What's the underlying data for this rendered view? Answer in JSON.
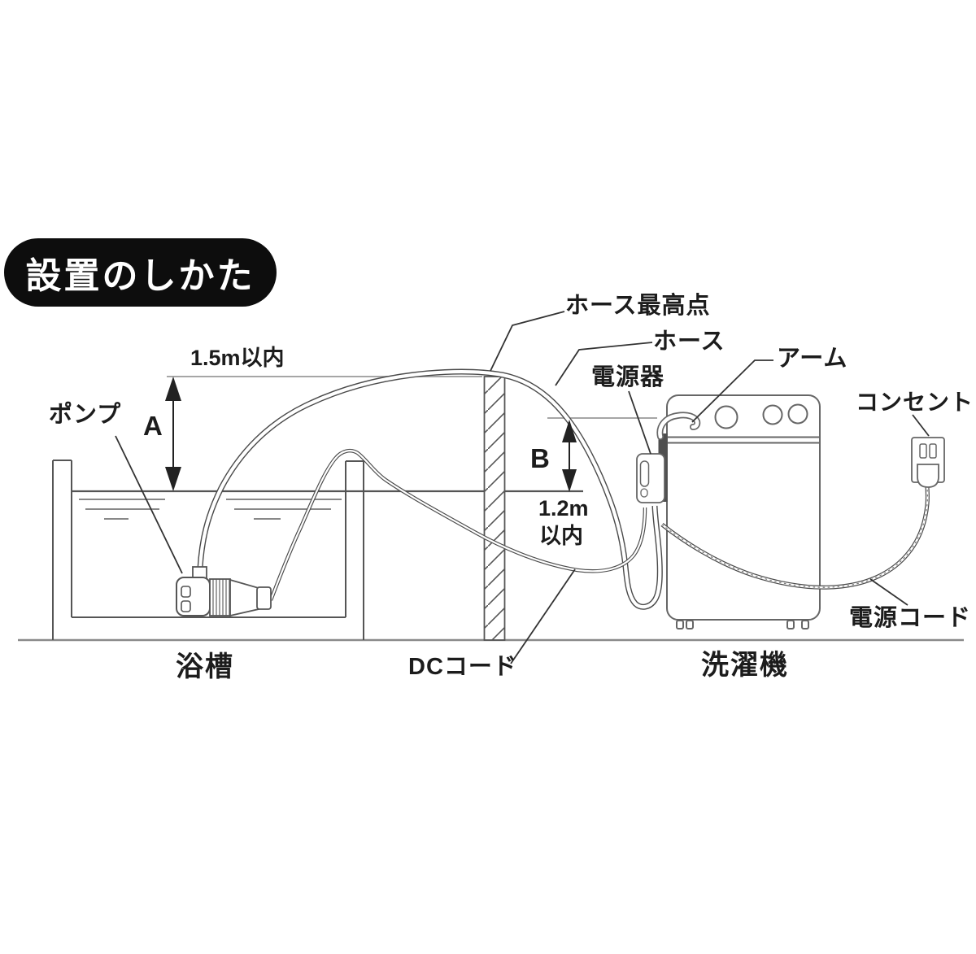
{
  "title": {
    "text": "設置のしかた"
  },
  "diagram": {
    "labels": {
      "hose_peak": "ホース最高点",
      "hose": "ホース",
      "power_unit": "電源器",
      "arm": "アーム",
      "outlet": "コンセント",
      "power_cord": "電源コード",
      "dc_cord": "DCコード",
      "pump": "ポンプ",
      "bathtub": "浴槽",
      "washing_machine": "洗濯機"
    },
    "measurements": {
      "a_letter": "A",
      "a_limit": "1.5m以内",
      "b_letter": "B",
      "b_limit_line1": "1.2m",
      "b_limit_line2": "以内"
    },
    "colors": {
      "line": "#4a4a4a",
      "outline": "#666666",
      "reference_line": "#999999",
      "badge_bg": "#0d0d0d",
      "badge_text": "#ffffff"
    }
  }
}
